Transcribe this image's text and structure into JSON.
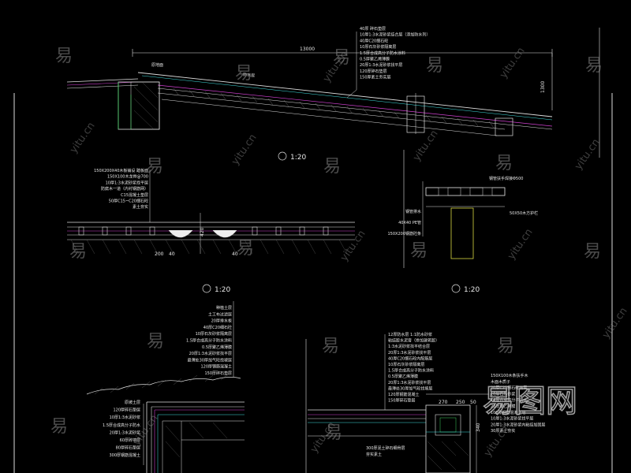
{
  "section1": {
    "notes": [
      "40厚 碎石垫层",
      "10厚1:3水泥砂浆结合层（添加防水剂）",
      "40厚C20细石砼",
      "10厚石灰砂浆隔离层",
      "1.5厚合成高分子防水涂料",
      "0.5厚聚乙烯薄膜",
      "20厚1:3水泥砂浆找平层",
      "120厚碎石垫层",
      "150厚素土夯实层"
    ],
    "top_dim": "13000",
    "right_dim": "1300",
    "label_a": "原地面",
    "label_b": "防水层"
  },
  "section2": {
    "notes": [
      "150X200X40木板铺设 踏板面",
      "150X100木龙骨@700",
      "10厚1:3水泥砂浆找平层",
      "防腐木一道（内衬钢筋网）",
      "C15混凝土垫层",
      "50厚C15~C20细石砼",
      "素土夯实"
    ],
    "dims": [
      "200",
      "40",
      "420",
      "40"
    ]
  },
  "section3": {
    "notes": [
      "钢管排水",
      "40X40 PE管",
      "150X200钢筋砼条"
    ],
    "top_note": "钢管扶手焊接Φ500",
    "right_note": "50X50木方护栏"
  },
  "section4": {
    "top_notes": [
      "种植土层",
      "土工布过滤层",
      "20厚排水板",
      "40厚C20细石砼",
      "10厚石灰砂浆隔离层",
      "1.5厚合成高分子防水涂料",
      "0.5厚聚乙烯薄膜",
      "20厚1:3水泥砂浆找平层",
      "最薄处30厚加气砼找坡层",
      "120厚钢筋混凝土",
      "150厚碎石垫层"
    ],
    "left_notes": [
      "原坡土层",
      "120厚碎石垫层",
      "10厚1:3水泥砂浆",
      "1.5厚合成高分子防水",
      "20厚1:3水泥砂浆",
      "60厚砖墙层",
      "80厚碎石垫层",
      "300厚钢筋混凝土"
    ]
  },
  "section5": {
    "notes": [
      "12厚防水层  1:1防水砂浆",
      "粘结胶水泥膏（掺加建筑胶）",
      "1:3水泥砂浆找平结合层",
      "20厚1:3水泥砂浆找平层",
      "40厚C20细石砼内配筋层",
      "10厚石灰砂浆隔离层",
      "1.5厚合成高分子防水涂料",
      "0.5厚聚乙烯薄膜",
      "20厚1:3水泥砂浆找平层",
      "最薄处30厚加气砼找坡层",
      "120厚钢筋混凝土",
      "150厚碎石垫层"
    ],
    "right_notes": [
      "150X100木条扶手木",
      "木面木质子",
      "20厚C25细石砼面层",
      "10厚石灰砂浆",
      "10厚合成高分子防水",
      "20厚聚乙烯膜",
      "100厚钢筋混凝土墙",
      "10厚1:3水泥砂浆找平层",
      "20厚1:3水泥砂浆内粘结加固层",
      "30厚素土夯实"
    ],
    "dims": [
      "270",
      "250",
      "50",
      "340"
    ],
    "bottom_note": "300厚泥土碎石细骨层",
    "bottom_note2": "夯实素土"
  },
  "scale_labels": [
    "1:20",
    "1:20",
    "1:20"
  ],
  "watermark": {
    "cn": "易",
    "url": "yitu.cn",
    "logo": "易图网"
  },
  "colors": {
    "line": "#e0e0e0",
    "magenta": "#d040d0",
    "cyan": "#40e0e0",
    "green": "#40d060",
    "yellow": "#d8d840"
  }
}
